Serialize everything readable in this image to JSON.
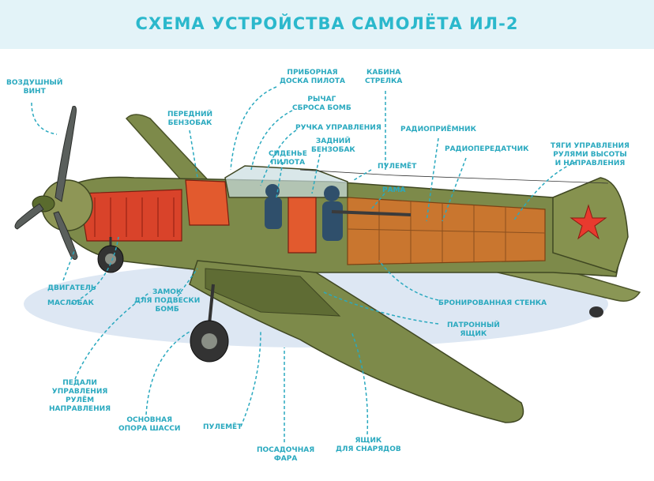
{
  "title": "СХЕМА УСТРОЙСТВА САМОЛЁТА ИЛ-2",
  "labels": {
    "propeller": [
      "ВОЗДУШНЫЙ",
      "ВИНТ"
    ],
    "front_tank": [
      "ПЕРЕДНИЙ",
      "БЕНЗОБАК"
    ],
    "dashboard": [
      "ПРИБОРНАЯ",
      "ДОСКА ПИЛОТА"
    ],
    "bomb_lever": [
      "РЫЧАГ",
      "СБРОСА БОМБ"
    ],
    "control_stick": [
      "РУЧКА УПРАВЛЕНИЯ"
    ],
    "pilot_seat": [
      "СИДЕНЬЕ",
      "ПИЛОТА"
    ],
    "rear_tank": [
      "ЗАДНИЙ",
      "БЕНЗОБАК"
    ],
    "gunner_cabin": [
      "КАБИНА",
      "СТРЕЛКА"
    ],
    "radio_receiver": [
      "РАДИОПРИЁМНИК"
    ],
    "radio_transmitter": [
      "РАДИОПЕРЕДАТЧИК"
    ],
    "control_rods": [
      "ТЯГИ УПРАВЛЕНИЯ",
      "РУЛЯМИ ВЫСОТЫ",
      "И НАПРАВЛЕНИЯ"
    ],
    "machine_gun_top": [
      "ПУЛЕМЁТ"
    ],
    "frame": [
      "РАМА"
    ],
    "engine": [
      "ДВИГАТЕЛЬ"
    ],
    "oil_tank": [
      "МАСЛОБАК"
    ],
    "bomb_lock": [
      "ЗАМОК",
      "ДЛЯ ПОДВЕСКИ",
      "БОМБ"
    ],
    "armored_wall": [
      "БРОНИРОВАННАЯ СТЕНКА"
    ],
    "cartridge_box": [
      "ПАТРОННЫЙ",
      "ЯЩИК"
    ],
    "rudder_pedals": [
      "ПЕДАЛИ",
      "УПРАВЛЕНИЯ",
      "РУЛЁМ",
      "НАПРАВЛЕНИЯ"
    ],
    "main_gear": [
      "ОСНОВНАЯ",
      "ОПОРА ШАССИ"
    ],
    "machine_gun_bottom": [
      "ПУЛЕМЁТ"
    ],
    "landing_light": [
      "ПОСАДОЧНАЯ",
      "ФАРА"
    ],
    "shell_box": [
      "ЯЩИК",
      "ДЛЯ СНАРЯДОВ"
    ]
  },
  "colors": {
    "accent": "#2aa9bf",
    "fuselage": "#7d8a4a",
    "interior": "#c9762f",
    "engine": "#e04a2a",
    "star": "#e83a2e"
  }
}
